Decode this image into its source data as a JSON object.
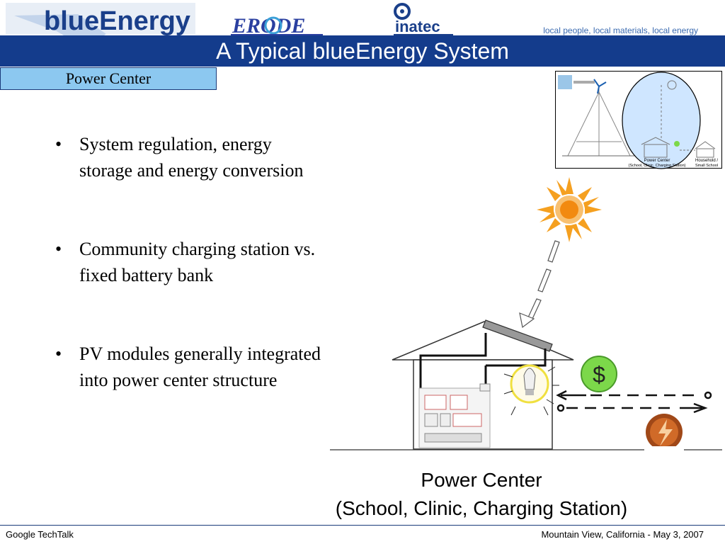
{
  "header": {
    "brand_logo": "blueEnergy",
    "partner_logo_1": "ERODE",
    "partner_logo_2": "inatec",
    "tagline": "local people, local materials, local energy",
    "title": "A Typical blueEnergy System",
    "section_label": "Power Center"
  },
  "bullets": [
    {
      "text": "System regulation, energy storage and energy conversion"
    },
    {
      "text": "Community charging station vs. fixed battery bank"
    },
    {
      "text": "PV modules generally integrated into power center structure"
    }
  ],
  "thumbnail": {
    "label_power_center": "Power Center",
    "label_power_center_sub": "(School, Clinic, Charging Station)",
    "label_household": "Household /",
    "label_household_sub": "Small School"
  },
  "diagram": {
    "dollar_symbol": "$",
    "caption_line1": "Power Center",
    "caption_line2": "(School, Clinic, Charging Station)"
  },
  "footer": {
    "left": "Google TechTalk",
    "right": "Mountain View, California - May 3, 2007"
  },
  "colors": {
    "title_bar": "#143c8c",
    "section_label_bg": "#8cc8f0",
    "sun": "#f5a020",
    "money_circle": "#7cd84a",
    "highlight_ellipse": "#cfe6ff"
  }
}
